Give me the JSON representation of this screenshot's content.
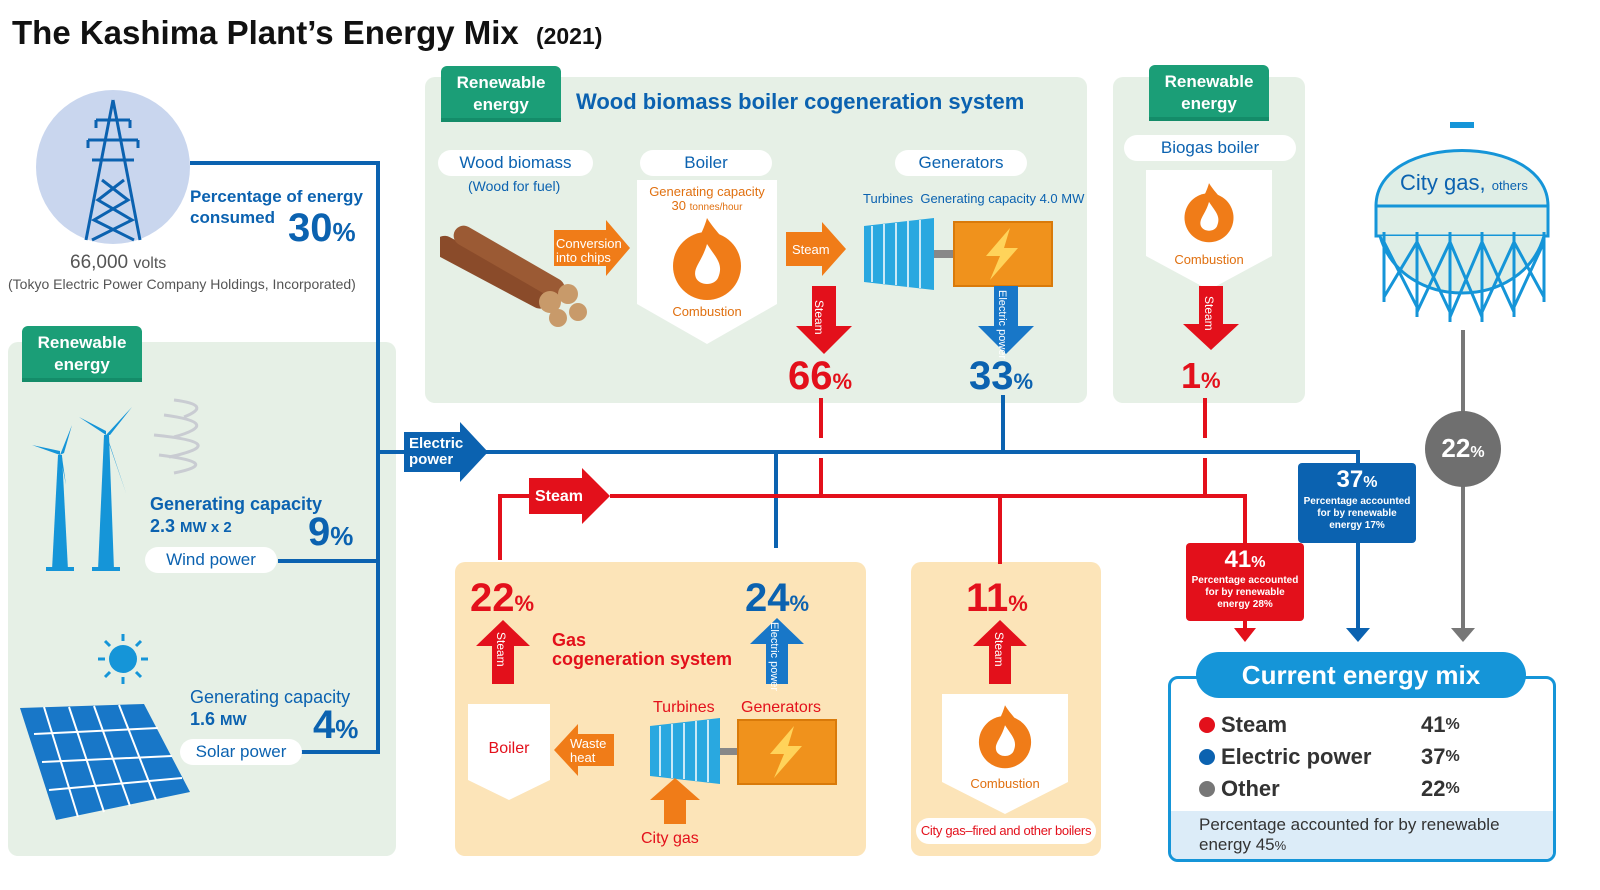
{
  "title": "The Kashima Plant’s Energy Mix",
  "year": "(2021)",
  "grid": {
    "voltage_value": "66,000",
    "voltage_unit": "volts",
    "supplier": "(Tokyo Electric Power Company Holdings, Incorporated)",
    "label_line1": "Percentage of energy",
    "label_line2": "consumed",
    "pct": "30",
    "pct_unit": "%"
  },
  "renewable_tag_line1": "Renewable",
  "renewable_tag_line2": "energy",
  "wind": {
    "cap_label": "Generating capacity",
    "cap_value": "2.3",
    "cap_unit": "MW x 2",
    "name": "Wind power",
    "pct": "9",
    "pct_unit": "%"
  },
  "solar": {
    "cap_label": "Generating capacity",
    "cap_value": "1.6",
    "cap_unit": "MW",
    "name": "Solar power",
    "pct": "4",
    "pct_unit": "%"
  },
  "biomass": {
    "title": "Wood biomass boiler cogeneration system",
    "wood_label": "Wood biomass",
    "wood_sub": "(Wood for fuel)",
    "boiler_label": "Boiler",
    "generators_label": "Generators",
    "conversion_line1": "Conversion",
    "conversion_line2": "into chips",
    "boiler_cap_line1": "Generating capacity",
    "boiler_cap_value": "30",
    "boiler_cap_unit": "tonnes/hour",
    "combustion": "Combustion",
    "steam_arrow": "Steam",
    "turbines_label": "Turbines",
    "gen_cap": "Generating capacity 4.0 MW",
    "steam_down": "Steam",
    "elec_down": "Electric power",
    "steam_pct": "66",
    "elec_pct": "33",
    "pct_unit": "%"
  },
  "biogas": {
    "label": "Biogas boiler",
    "combustion": "Combustion",
    "steam_down": "Steam",
    "pct": "1",
    "pct_unit": "%"
  },
  "city_gas_tank": {
    "label": "City gas,",
    "label_sub": "others",
    "pct": "22",
    "pct_unit": "%"
  },
  "main_lines": {
    "electric_line1": "Electric",
    "electric_line2": "power",
    "steam": "Steam"
  },
  "gas_cogen": {
    "title_line1": "Gas",
    "title_line2": "cogeneration system",
    "steam_pct": "22",
    "elec_pct": "24",
    "pct_unit": "%",
    "steam_up": "Steam",
    "elec_up": "Electric power",
    "boiler": "Boiler",
    "waste_heat_line1": "Waste",
    "waste_heat_line2": "heat",
    "turbines": "Turbines",
    "generators": "Generators",
    "city_gas": "City gas"
  },
  "other_boilers": {
    "pct": "11",
    "pct_unit": "%",
    "steam_up": "Steam",
    "combustion": "Combustion",
    "label": "City gas–fired and other boilers"
  },
  "electric_total": {
    "pct": "37",
    "pct_unit": "%",
    "renew_line1": "Percentage accounted",
    "renew_line2": "for by renewable",
    "renew_line3": "energy 17%"
  },
  "steam_total": {
    "pct": "41",
    "pct_unit": "%",
    "renew_line1": "Percentage accounted",
    "renew_line2": "for by renewable",
    "renew_line3": "energy 28%"
  },
  "mix": {
    "title": "Current energy mix",
    "items": [
      {
        "label": "Steam",
        "value": "41",
        "unit": "%",
        "color": "#e3101b"
      },
      {
        "label": "Electric power",
        "value": "37",
        "unit": "%",
        "color": "#0b62b0"
      },
      {
        "label": "Other",
        "value": "22",
        "unit": "%",
        "color": "#777777"
      }
    ],
    "renew_line1": "Percentage accounted for by renewable",
    "renew_line2": "energy",
    "renew_value": "45",
    "renew_unit": "%"
  },
  "colors": {
    "steam": "#e3101b",
    "electric": "#0b62b0",
    "other": "#777777",
    "renewable_tag": "#1b9e77",
    "flame": "#f07c18"
  }
}
